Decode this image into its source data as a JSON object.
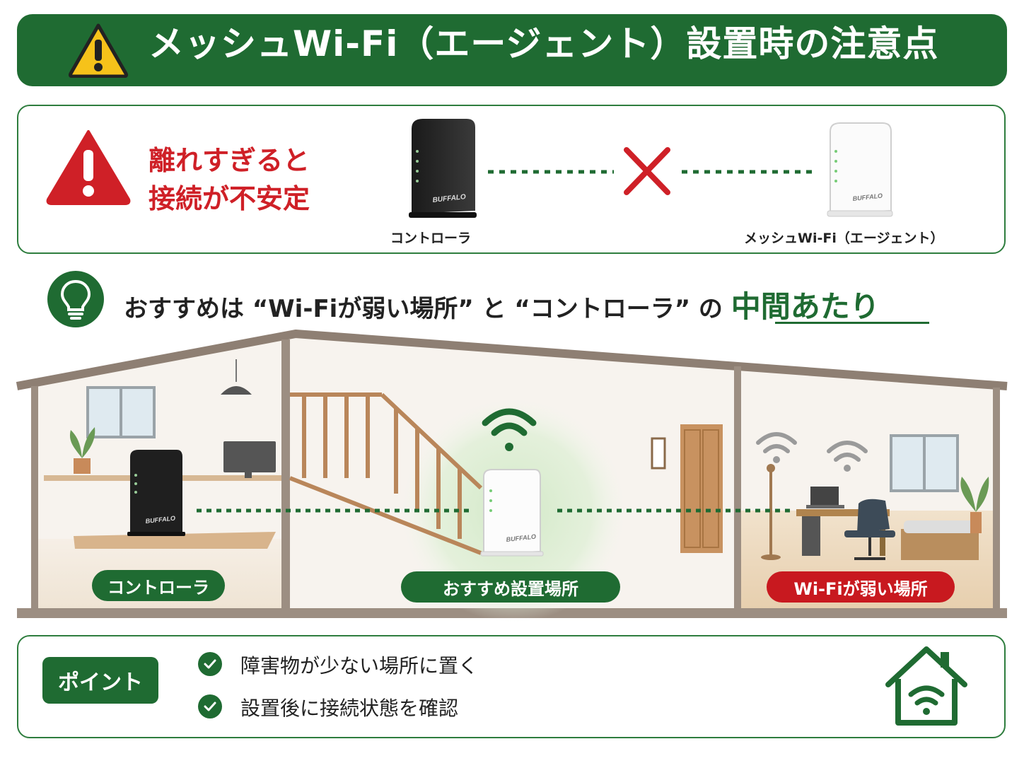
{
  "header": {
    "title": "メッシュWi-Fi（エージェント）設置時の注意点",
    "icon": "warning-icon"
  },
  "warning": {
    "line1": "離れすぎると",
    "line2": "接続が不安定",
    "icon": "warning-icon"
  },
  "devices": {
    "controller_label": "コントローラ",
    "agent_label": "メッシュWi-Fi（エージェント）",
    "brand": "BUFFALO"
  },
  "recommendation": {
    "icon": "lightbulb-icon",
    "prefix": "おすすめは “Wi-Fiが弱い場所” と “コントローラ” の",
    "highlight": "中間あたり"
  },
  "house": {
    "controller_pill": "コントローラ",
    "recommended_pill": "おすすめ設置場所",
    "weak_pill": "Wi-Fiが弱い場所"
  },
  "points": {
    "badge": "ポイント",
    "items": [
      "障害物が少ない場所に置く",
      "設置後に接続状態を確認"
    ],
    "icon": "home-wifi-icon"
  },
  "colors": {
    "green": "#1f6b32",
    "red": "#cf2027"
  }
}
